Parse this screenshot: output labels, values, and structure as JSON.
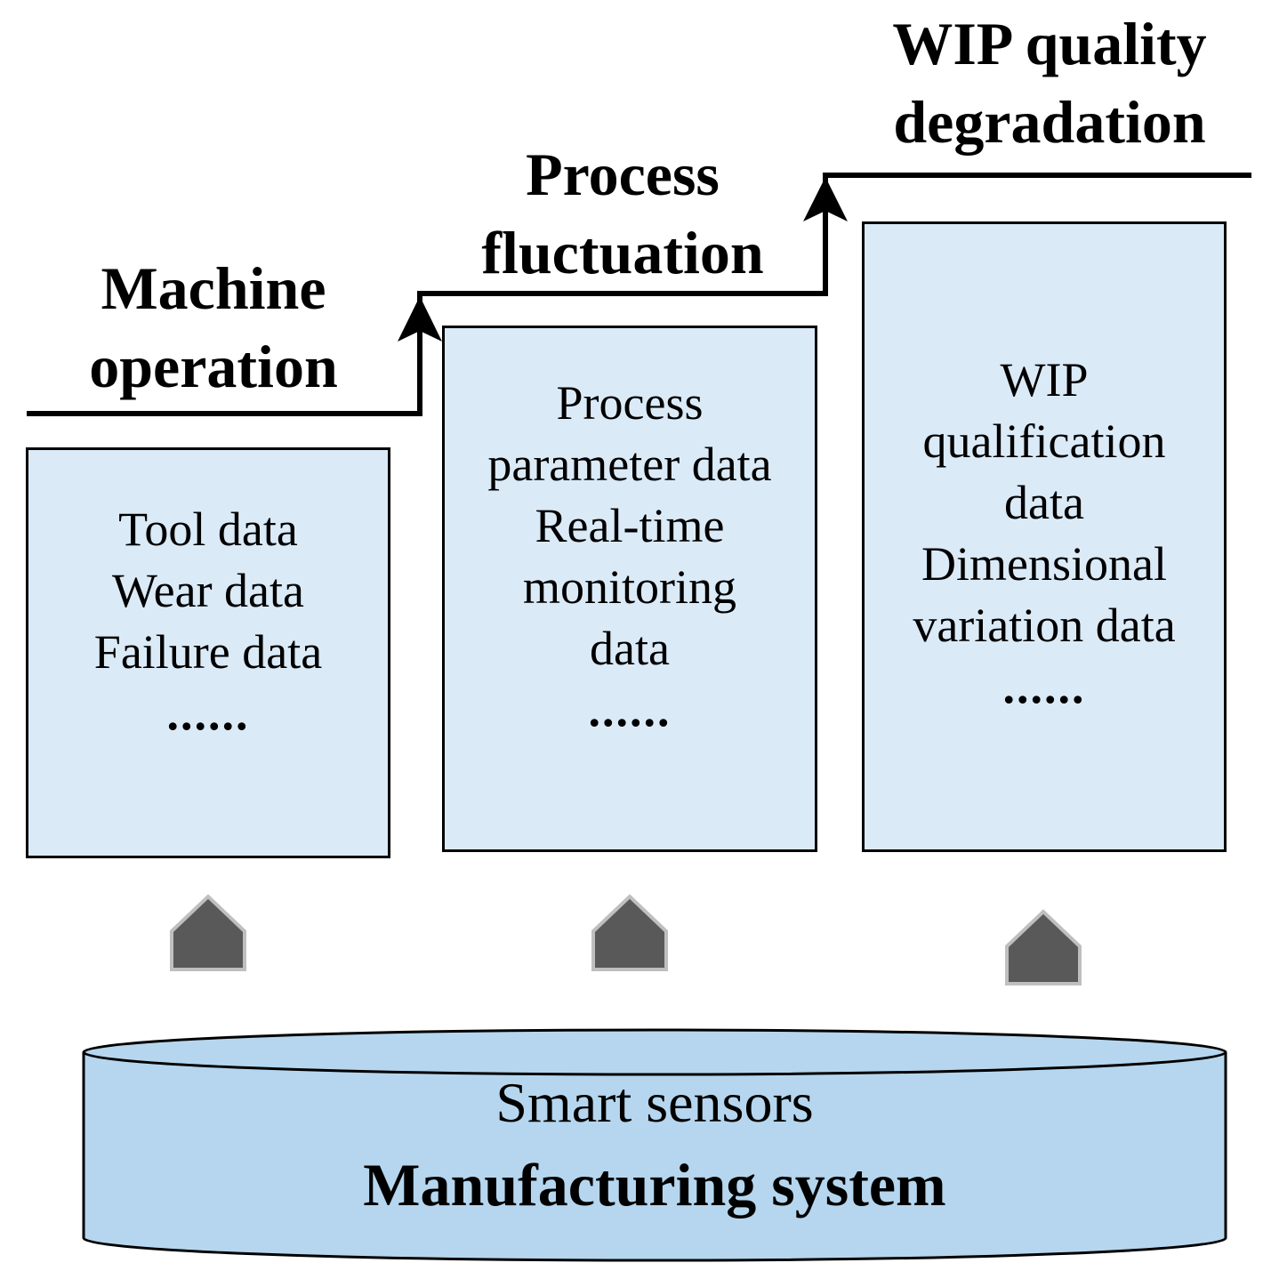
{
  "stages": [
    {
      "id": "machine",
      "lines": [
        "Machine",
        "operation"
      ]
    },
    {
      "id": "process",
      "lines": [
        "Process",
        "fluctuation"
      ]
    },
    {
      "id": "wip",
      "lines": [
        "WIP quality",
        "degradation"
      ]
    }
  ],
  "boxes": [
    {
      "id": "machine-data",
      "lines": [
        "Tool data",
        "Wear data",
        "Failure data"
      ],
      "ellipsis": "......"
    },
    {
      "id": "process-data",
      "lines": [
        "Process",
        "parameter data",
        "Real-time",
        "monitoring",
        "data"
      ],
      "ellipsis": "......"
    },
    {
      "id": "wip-data",
      "lines": [
        "WIP",
        "qualification",
        "data",
        "Dimensional",
        "variation data"
      ],
      "ellipsis": "......"
    }
  ],
  "base": {
    "subtitle": "Smart sensors",
    "title": "Manufacturing system"
  },
  "colors": {
    "box_fill": "#dbeaf7",
    "cylinder_fill": "#b5d6ee",
    "upload_arrow_fill": "#595959",
    "upload_arrow_stroke": "#bfbfbf",
    "line": "#000000"
  },
  "icons": {
    "upload_arrows": "house-shaped-up-arrow-icon",
    "step_arrows": "arrowhead-up-icon"
  }
}
